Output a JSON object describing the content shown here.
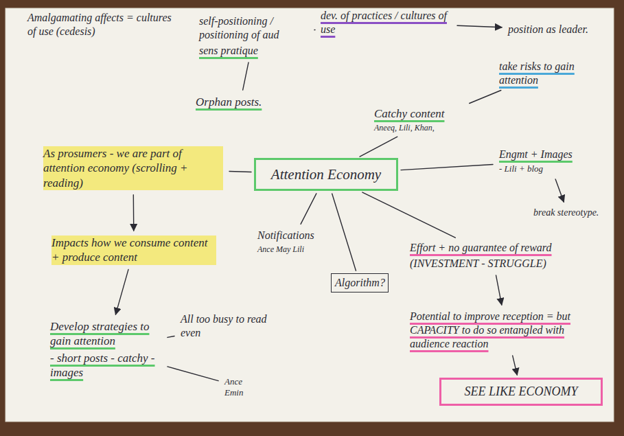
{
  "diagram": {
    "nodes": [
      {
        "text": [
          "self-positioning / positioning of aud",
          "sens pratique"
        ]
      },
      {
        "text": [
          "dev. of practices / cultures of use"
        ]
      },
      {
        "text": [
          "position as leader."
        ]
      },
      {
        "text": [
          "take risks to gain attention"
        ]
      },
      {
        "text": [
          "Orphan posts."
        ]
      },
      {
        "text": [
          "Catchy content",
          "Aneeq, Lili, Khan,"
        ]
      },
      {
        "text": [
          "As prosumers - we are part of attention economy (scrolling + reading)"
        ]
      },
      {
        "text": [
          "Attention Economy"
        ]
      },
      {
        "text": [
          "Engmt + Images",
          "- Lili + blog"
        ]
      },
      {
        "text": [
          "break stereotype."
        ]
      },
      {
        "text": [
          "Notifications",
          "Ance May Lili"
        ]
      },
      {
        "text": [
          "Impacts how we consume content + produce content"
        ]
      },
      {
        "text": [
          "Algorithm?"
        ]
      },
      {
        "text": [
          "Effort + no guarantee of reward",
          "(INVESTMENT - STRUGGLE)"
        ]
      },
      {
        "text": [
          "Develop strategies to gain attention",
          "- short posts - catchy - images"
        ]
      },
      {
        "text": [
          "All too busy to read even"
        ]
      },
      {
        "text": [
          "Potential to improve reception = but CAPACITY to do so entangled with audience reaction"
        ]
      },
      {
        "text": [
          "Ance Emin"
        ]
      },
      {
        "text": [
          "SEE LIKE ECONOMY"
        ]
      }
    ],
    "edges": [
      {
        "from": 0,
        "to": 1,
        "arrow": "none"
      },
      {
        "from": 1,
        "to": 2,
        "arrow": "to"
      },
      {
        "from": 0,
        "to": 4,
        "arrow": "none"
      },
      {
        "from": 5,
        "to": 3,
        "arrow": "none"
      },
      {
        "from": 7,
        "to": 5,
        "arrow": "none"
      },
      {
        "from": 6,
        "to": 7,
        "arrow": "none"
      },
      {
        "from": 7,
        "to": 8,
        "arrow": "none"
      },
      {
        "from": 8,
        "to": 9,
        "arrow": "to"
      },
      {
        "from": 7,
        "to": 10,
        "arrow": "none"
      },
      {
        "from": 7,
        "to": 12,
        "arrow": "none"
      },
      {
        "from": 7,
        "to": 13,
        "arrow": "none"
      },
      {
        "from": 6,
        "to": 11,
        "arrow": "to"
      },
      {
        "from": 11,
        "to": 14,
        "arrow": "to"
      },
      {
        "from": 14,
        "to": 15,
        "arrow": "none"
      },
      {
        "from": 14,
        "to": 17,
        "arrow": "none"
      },
      {
        "from": 13,
        "to": 16,
        "arrow": "to"
      },
      {
        "from": 16,
        "to": 18,
        "arrow": "to"
      }
    ],
    "labels": [
      "Amalgamating affects = cultures of use (cedesis)"
    ]
  }
}
